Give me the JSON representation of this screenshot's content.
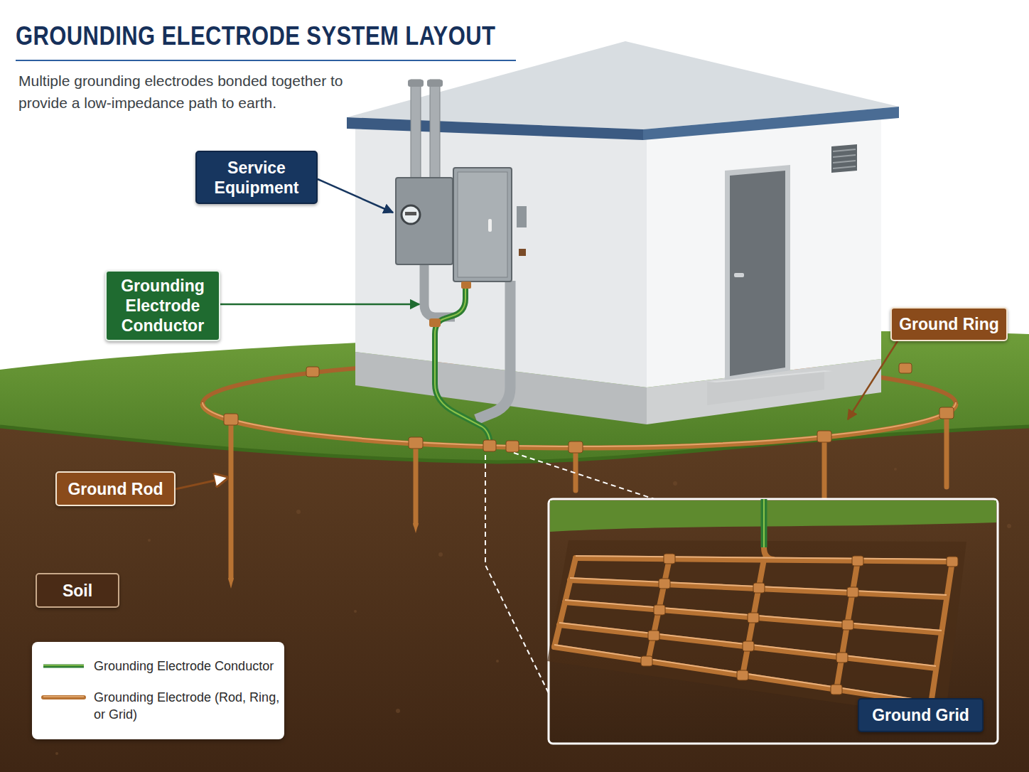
{
  "diagram": {
    "title": "GROUNDING ELECTRODE SYSTEM LAYOUT",
    "caption": "Multiple grounding electrodes bonded together to provide a low-impedance path to earth.",
    "nodes": [
      {
        "text": [
          "Service Equipment"
        ]
      },
      {
        "text": [
          "Grounding Electrode Conductor"
        ]
      },
      {
        "text": [
          "Ground Ring"
        ]
      },
      {
        "text": [
          "Ground Rod"
        ]
      },
      {
        "text": [
          "Soil"
        ]
      },
      {
        "text": [
          "Ground Grid"
        ]
      }
    ],
    "legend": [
      {
        "text": "Grounding Electrode Conductor"
      },
      {
        "text": "Grounding Electrode (Rod, Ring, or Grid)"
      }
    ]
  }
}
